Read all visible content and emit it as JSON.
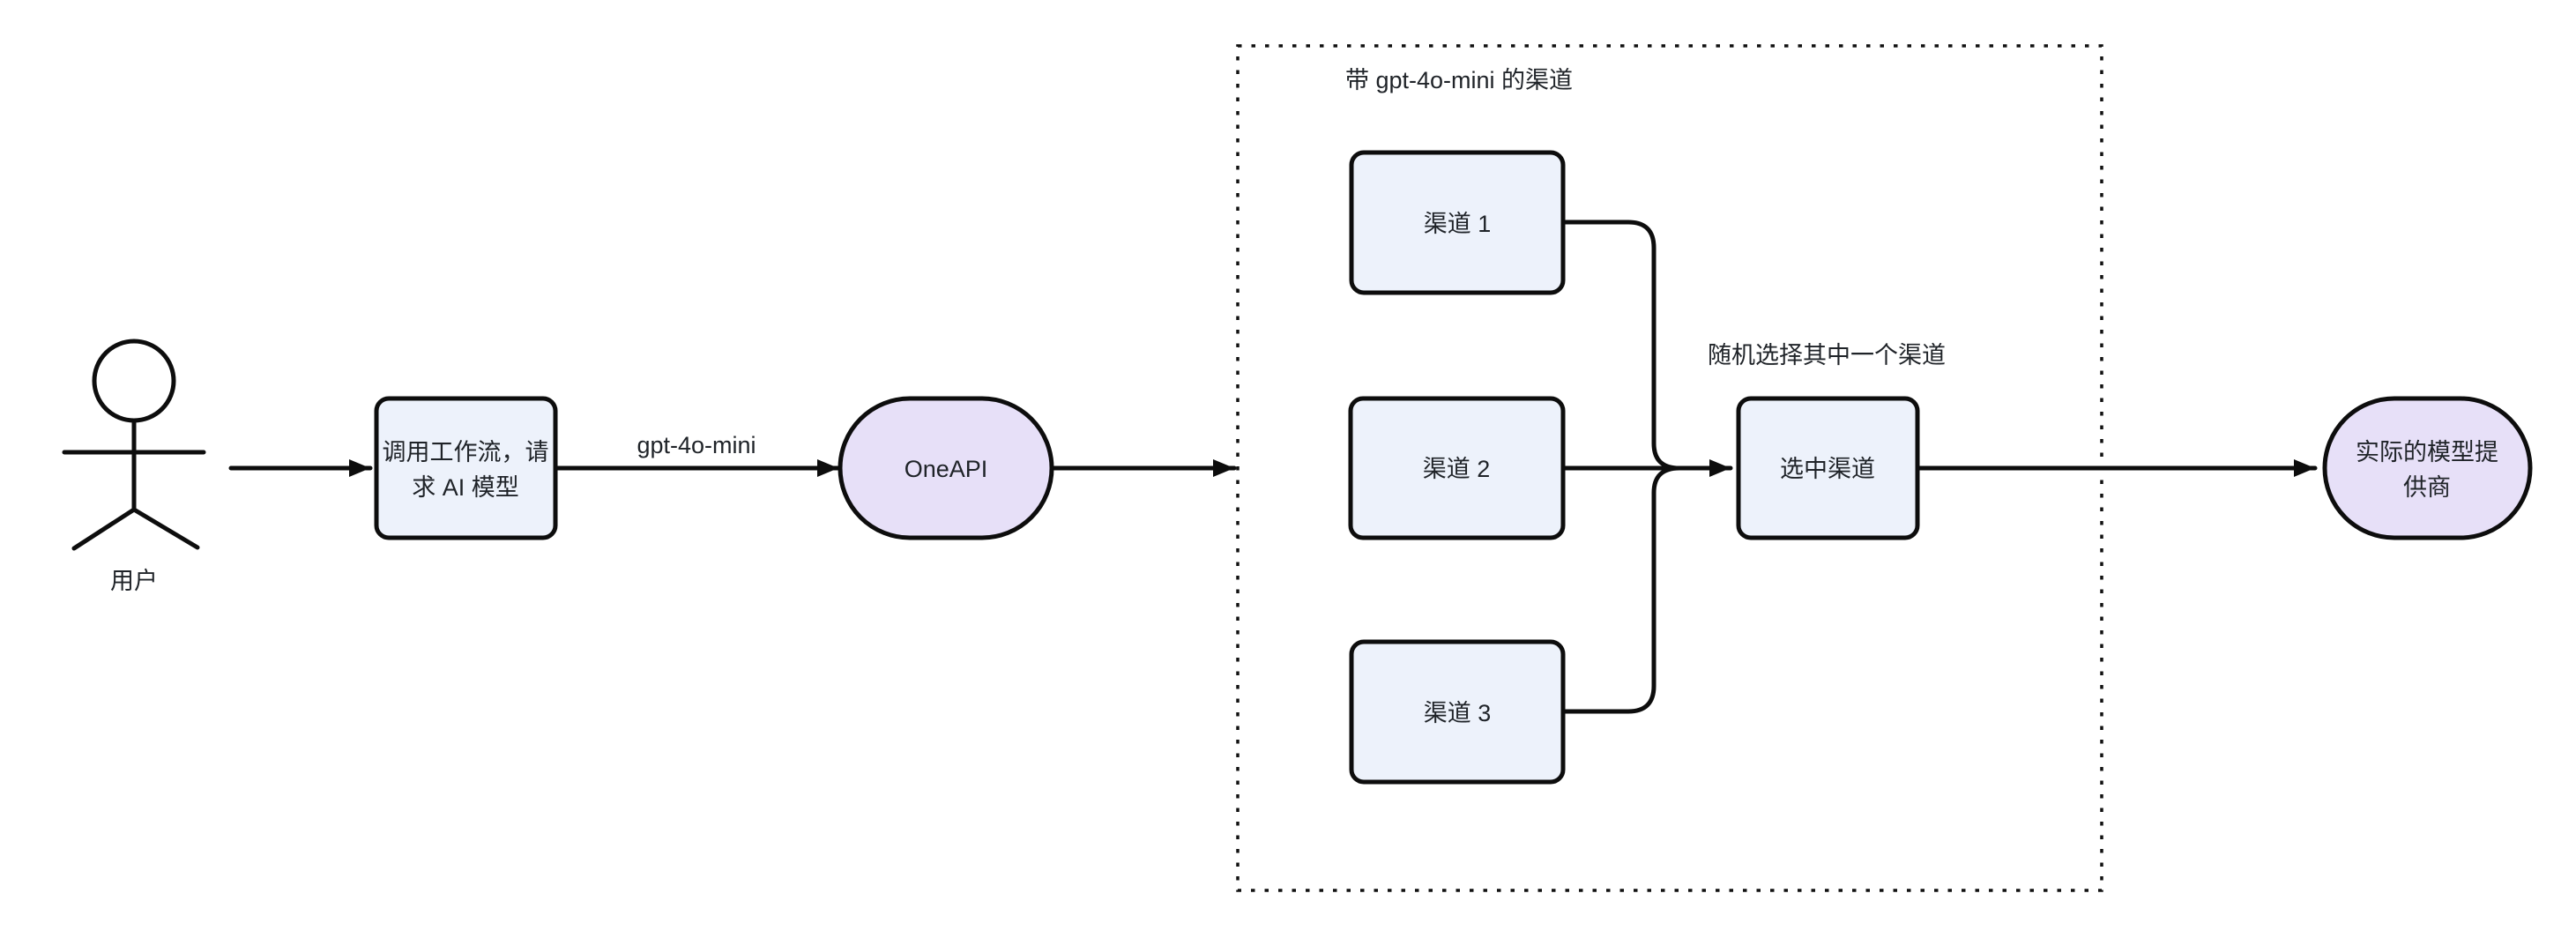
{
  "diagram": {
    "actor": {
      "label": "用户"
    },
    "nodes": {
      "workflow": {
        "lines": [
          "调用工作流，请",
          "求 AI 模型"
        ],
        "full_label": "调用工作流，请求 AI 模型",
        "shape": "rounded-rect"
      },
      "oneapi": {
        "label": "OneAPI",
        "shape": "stadium"
      },
      "channel1": {
        "label": "渠道 1",
        "shape": "rounded-rect"
      },
      "channel2": {
        "label": "渠道 2",
        "shape": "rounded-rect"
      },
      "channel3": {
        "label": "渠道 3",
        "shape": "rounded-rect"
      },
      "selected": {
        "label": "选中渠道",
        "shape": "rounded-rect"
      },
      "provider": {
        "lines": [
          "实际的模型提",
          "供商"
        ],
        "full_label": "实际的模型提供商",
        "shape": "stadium"
      }
    },
    "container": {
      "title": "带 gpt-4o-mini 的渠道"
    },
    "edge_labels": {
      "model": "gpt-4o-mini"
    },
    "annotations": {
      "random_select": "随机选择其中一个渠道"
    },
    "colors": {
      "background": "#ffffff",
      "node_fill_blue": "#edf2fb",
      "node_fill_purple": "#e7e0f8",
      "stroke": "#0d0d0d",
      "text": "#1f2328"
    }
  }
}
